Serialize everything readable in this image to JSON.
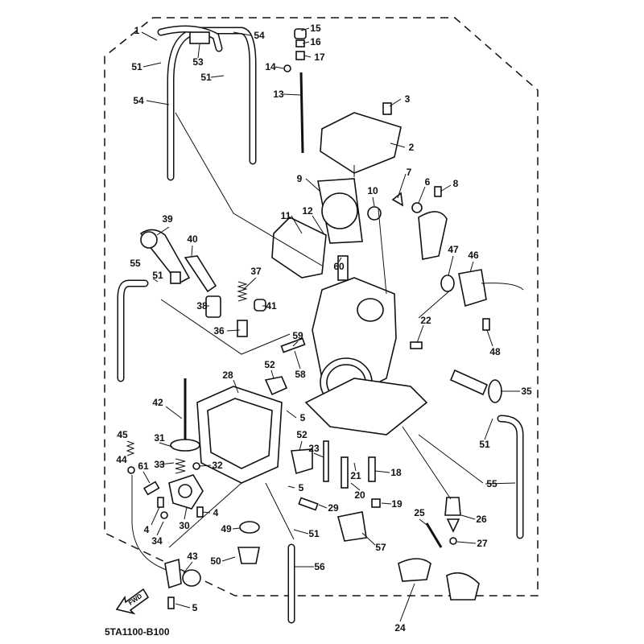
{
  "diagram": {
    "drawing_code": "5TA1100-B100",
    "direction_arrow": "FWD",
    "labels": [
      "1",
      "15",
      "16",
      "17",
      "54",
      "53",
      "51",
      "51",
      "14",
      "13",
      "54",
      "3",
      "2",
      "9",
      "10",
      "7",
      "6",
      "8",
      "11",
      "12",
      "39",
      "40",
      "55",
      "51",
      "37",
      "60",
      "47",
      "46",
      "38",
      "41",
      "36",
      "22",
      "48",
      "59",
      "58",
      "52",
      "28",
      "35",
      "42",
      "5",
      "51",
      "45",
      "31",
      "52",
      "23",
      "44",
      "33",
      "32",
      "61",
      "21",
      "18",
      "55",
      "5",
      "20",
      "19",
      "4",
      "29",
      "26",
      "25",
      "4",
      "30",
      "49",
      "51",
      "27",
      "34",
      "57",
      "43",
      "50",
      "56",
      "24",
      "5"
    ]
  }
}
